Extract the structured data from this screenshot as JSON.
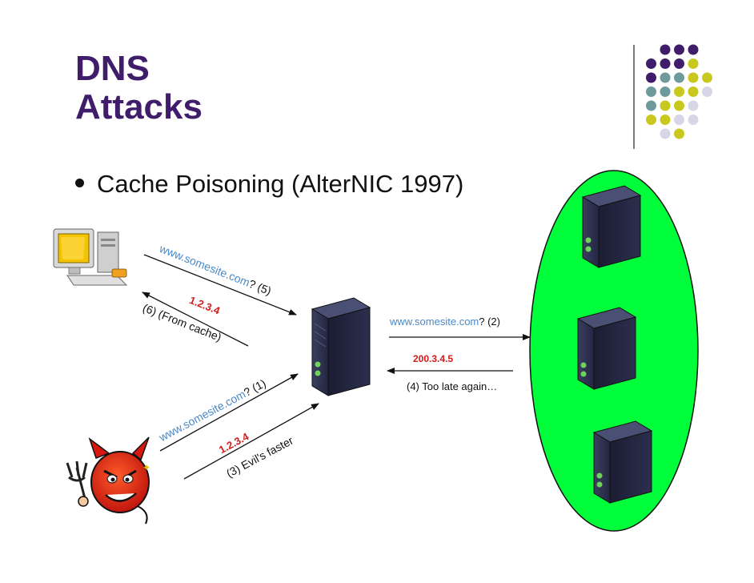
{
  "slide": {
    "title_line1": "DNS",
    "title_line2": "Attacks",
    "bullet": "Cache Poisoning (AlterNIC 1997)"
  },
  "labels": {
    "query5_url": "www.somesite.com",
    "query5_suffix": "? (5)",
    "answer6_ip": "1.2.3.4",
    "answer6_text": "(6) (From cache)",
    "query1_url": "www.somesite.com",
    "query1_suffix": "? (1)",
    "evil_ip": "1.2.3.4",
    "evil_text": "(3) Evil's faster",
    "query2_url": "www.somesite.com",
    "query2_suffix": "? (2)",
    "real_ip": "200.3.4.5",
    "late_text": "(4) Too late again…"
  },
  "colors": {
    "title": "#3f1d6b",
    "accent_green": "#00ff3a",
    "url_blue": "#4a88c7",
    "ip_red": "#d21b1b",
    "dot_purple": "#3f1d6b",
    "dot_teal": "#6e9a9c",
    "dot_yellow": "#c8c81e",
    "dot_grey": "#d6d6e6"
  },
  "icons": {
    "client": "computer-icon",
    "attacker": "devil-icon",
    "resolver": "server-icon",
    "authoritative": "server-icon"
  }
}
